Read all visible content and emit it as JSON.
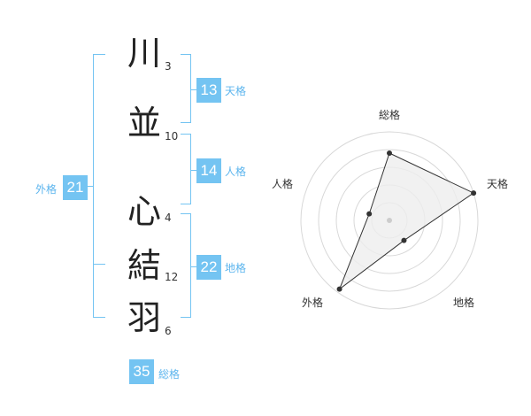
{
  "characters": [
    {
      "char": "川",
      "strokes": "3"
    },
    {
      "char": "並",
      "strokes": "10"
    },
    {
      "char": "心",
      "strokes": "4"
    },
    {
      "char": "結",
      "strokes": "12"
    },
    {
      "char": "羽",
      "strokes": "6"
    }
  ],
  "fortunes": {
    "tenkaku": {
      "value": "13",
      "label": "天格"
    },
    "jinkaku": {
      "value": "14",
      "label": "人格"
    },
    "chikaku": {
      "value": "22",
      "label": "地格"
    },
    "gaikaku": {
      "value": "21",
      "label": "外格"
    },
    "soukaku": {
      "value": "35",
      "label": "総格"
    }
  },
  "radar": {
    "axes": [
      "総格",
      "天格",
      "地格",
      "外格",
      "人格"
    ],
    "levels": 5,
    "values": [
      3.8,
      5.0,
      1.4,
      4.8,
      1.2
    ]
  }
}
